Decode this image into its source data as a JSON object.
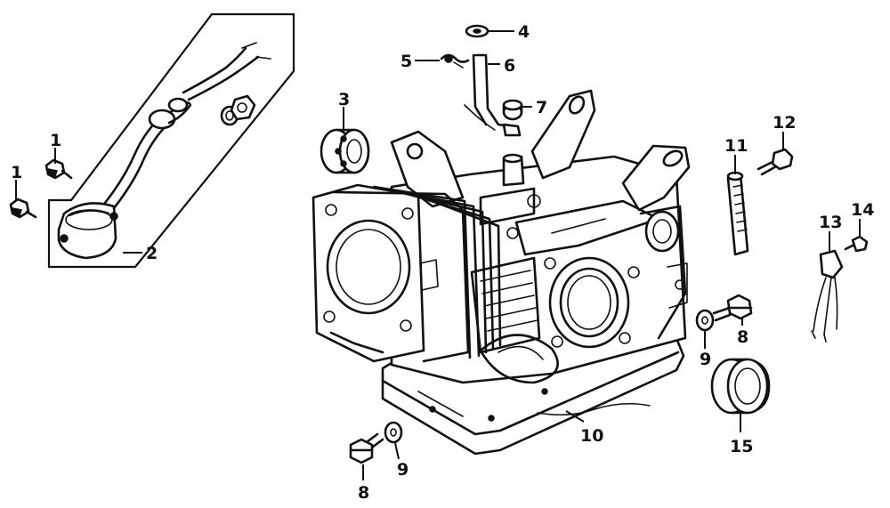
{
  "callouts": {
    "c1a": "1",
    "c1b": "1",
    "c2": "2",
    "c3": "3",
    "c4": "4",
    "c5": "5",
    "c6": "6",
    "c7": "7",
    "c8a": "8",
    "c8b": "8",
    "c9a": "9",
    "c9b": "9",
    "c10": "10",
    "c11": "11",
    "c12": "12",
    "c13": "13",
    "c14": "14",
    "c15": "15"
  }
}
